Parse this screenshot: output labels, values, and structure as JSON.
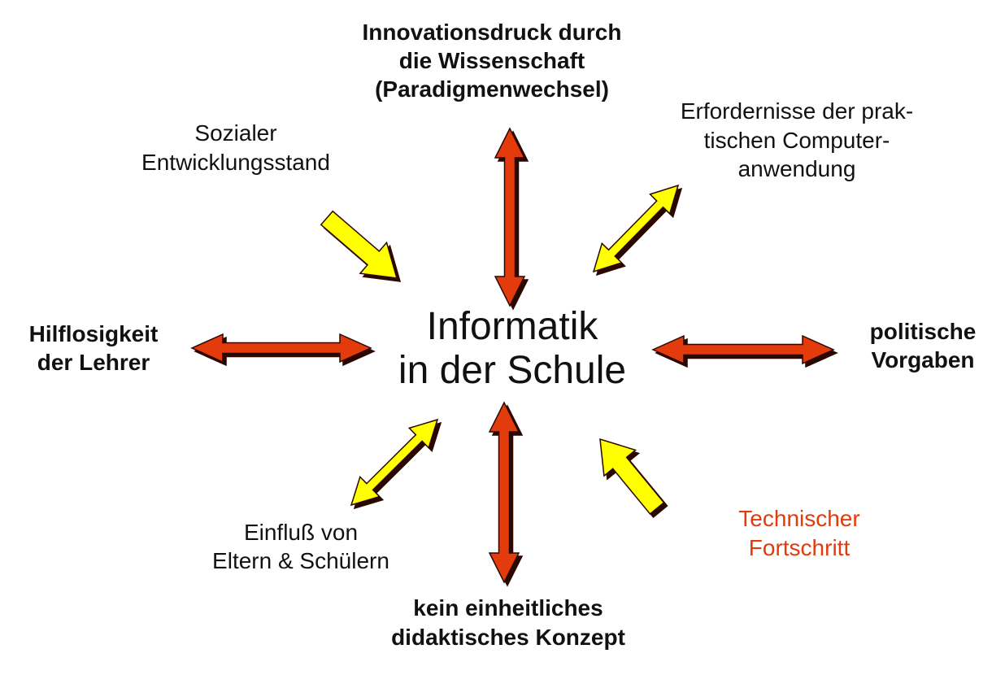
{
  "colors": {
    "arrow_red": "#e33b0c",
    "arrow_yellow": "#ffff00",
    "arrow_shadow": "#2a0800",
    "text": "#111111",
    "accent_text": "#e33b0c"
  },
  "center": {
    "line1": "Informatik",
    "line2": "in der Schule"
  },
  "factors": {
    "top": {
      "lines": [
        "Innovationsdruck durch",
        "die Wissenschaft",
        "(Paradigmenwechsel)"
      ]
    },
    "top_left": {
      "lines": [
        "Sozialer",
        "Entwicklungsstand"
      ]
    },
    "top_right": {
      "lines": [
        "Erfordernisse der prak-",
        "tischen Computer-",
        "anwendung"
      ]
    },
    "left": {
      "lines": [
        "Hilflosigkeit",
        "der Lehrer"
      ]
    },
    "right": {
      "lines": [
        "politische",
        "Vorgaben"
      ]
    },
    "bottom_left": {
      "lines": [
        "Einfluß von",
        "Eltern & Schülern"
      ]
    },
    "bottom": {
      "lines": [
        "kein einheitliches",
        "didaktisches Konzept"
      ]
    },
    "bottom_right": {
      "lines": [
        "Technischer",
        "Fortschritt"
      ]
    }
  },
  "arrows": [
    {
      "name": "arrow-top",
      "color": "red",
      "kind": "double"
    },
    {
      "name": "arrow-top-right",
      "color": "yellow",
      "kind": "double"
    },
    {
      "name": "arrow-top-left",
      "color": "yellow",
      "kind": "single"
    },
    {
      "name": "arrow-left",
      "color": "red",
      "kind": "double"
    },
    {
      "name": "arrow-right",
      "color": "red",
      "kind": "double"
    },
    {
      "name": "arrow-bottom-left",
      "color": "yellow",
      "kind": "double"
    },
    {
      "name": "arrow-bottom",
      "color": "red",
      "kind": "double"
    },
    {
      "name": "arrow-bottom-right",
      "color": "yellow",
      "kind": "single"
    }
  ]
}
